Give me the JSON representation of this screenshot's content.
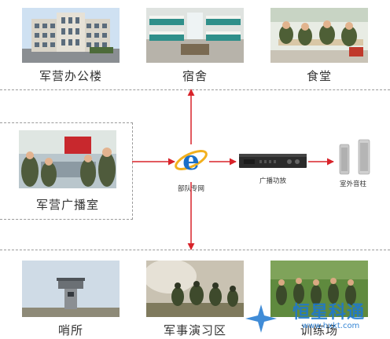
{
  "top": {
    "office_label": "军营办公楼",
    "dorm_label": "宿舍",
    "canteen_label": "食堂"
  },
  "middle": {
    "room_label": "军营广播室",
    "network_label": "部队专网",
    "amp_label": "广播功放",
    "speaker_label": "室外音柱"
  },
  "bottom": {
    "sentry_label": "哨所",
    "drill_label": "军事演习区",
    "training_label": "训练场"
  },
  "watermark": {
    "title": "恒星科通",
    "url": "www.hxkt.com"
  },
  "colors": {
    "arrow": "#d8232a",
    "ie_blue": "#1a6fc9",
    "ie_ring": "#f2b01e",
    "watermark_blue": "#1e78d0"
  }
}
